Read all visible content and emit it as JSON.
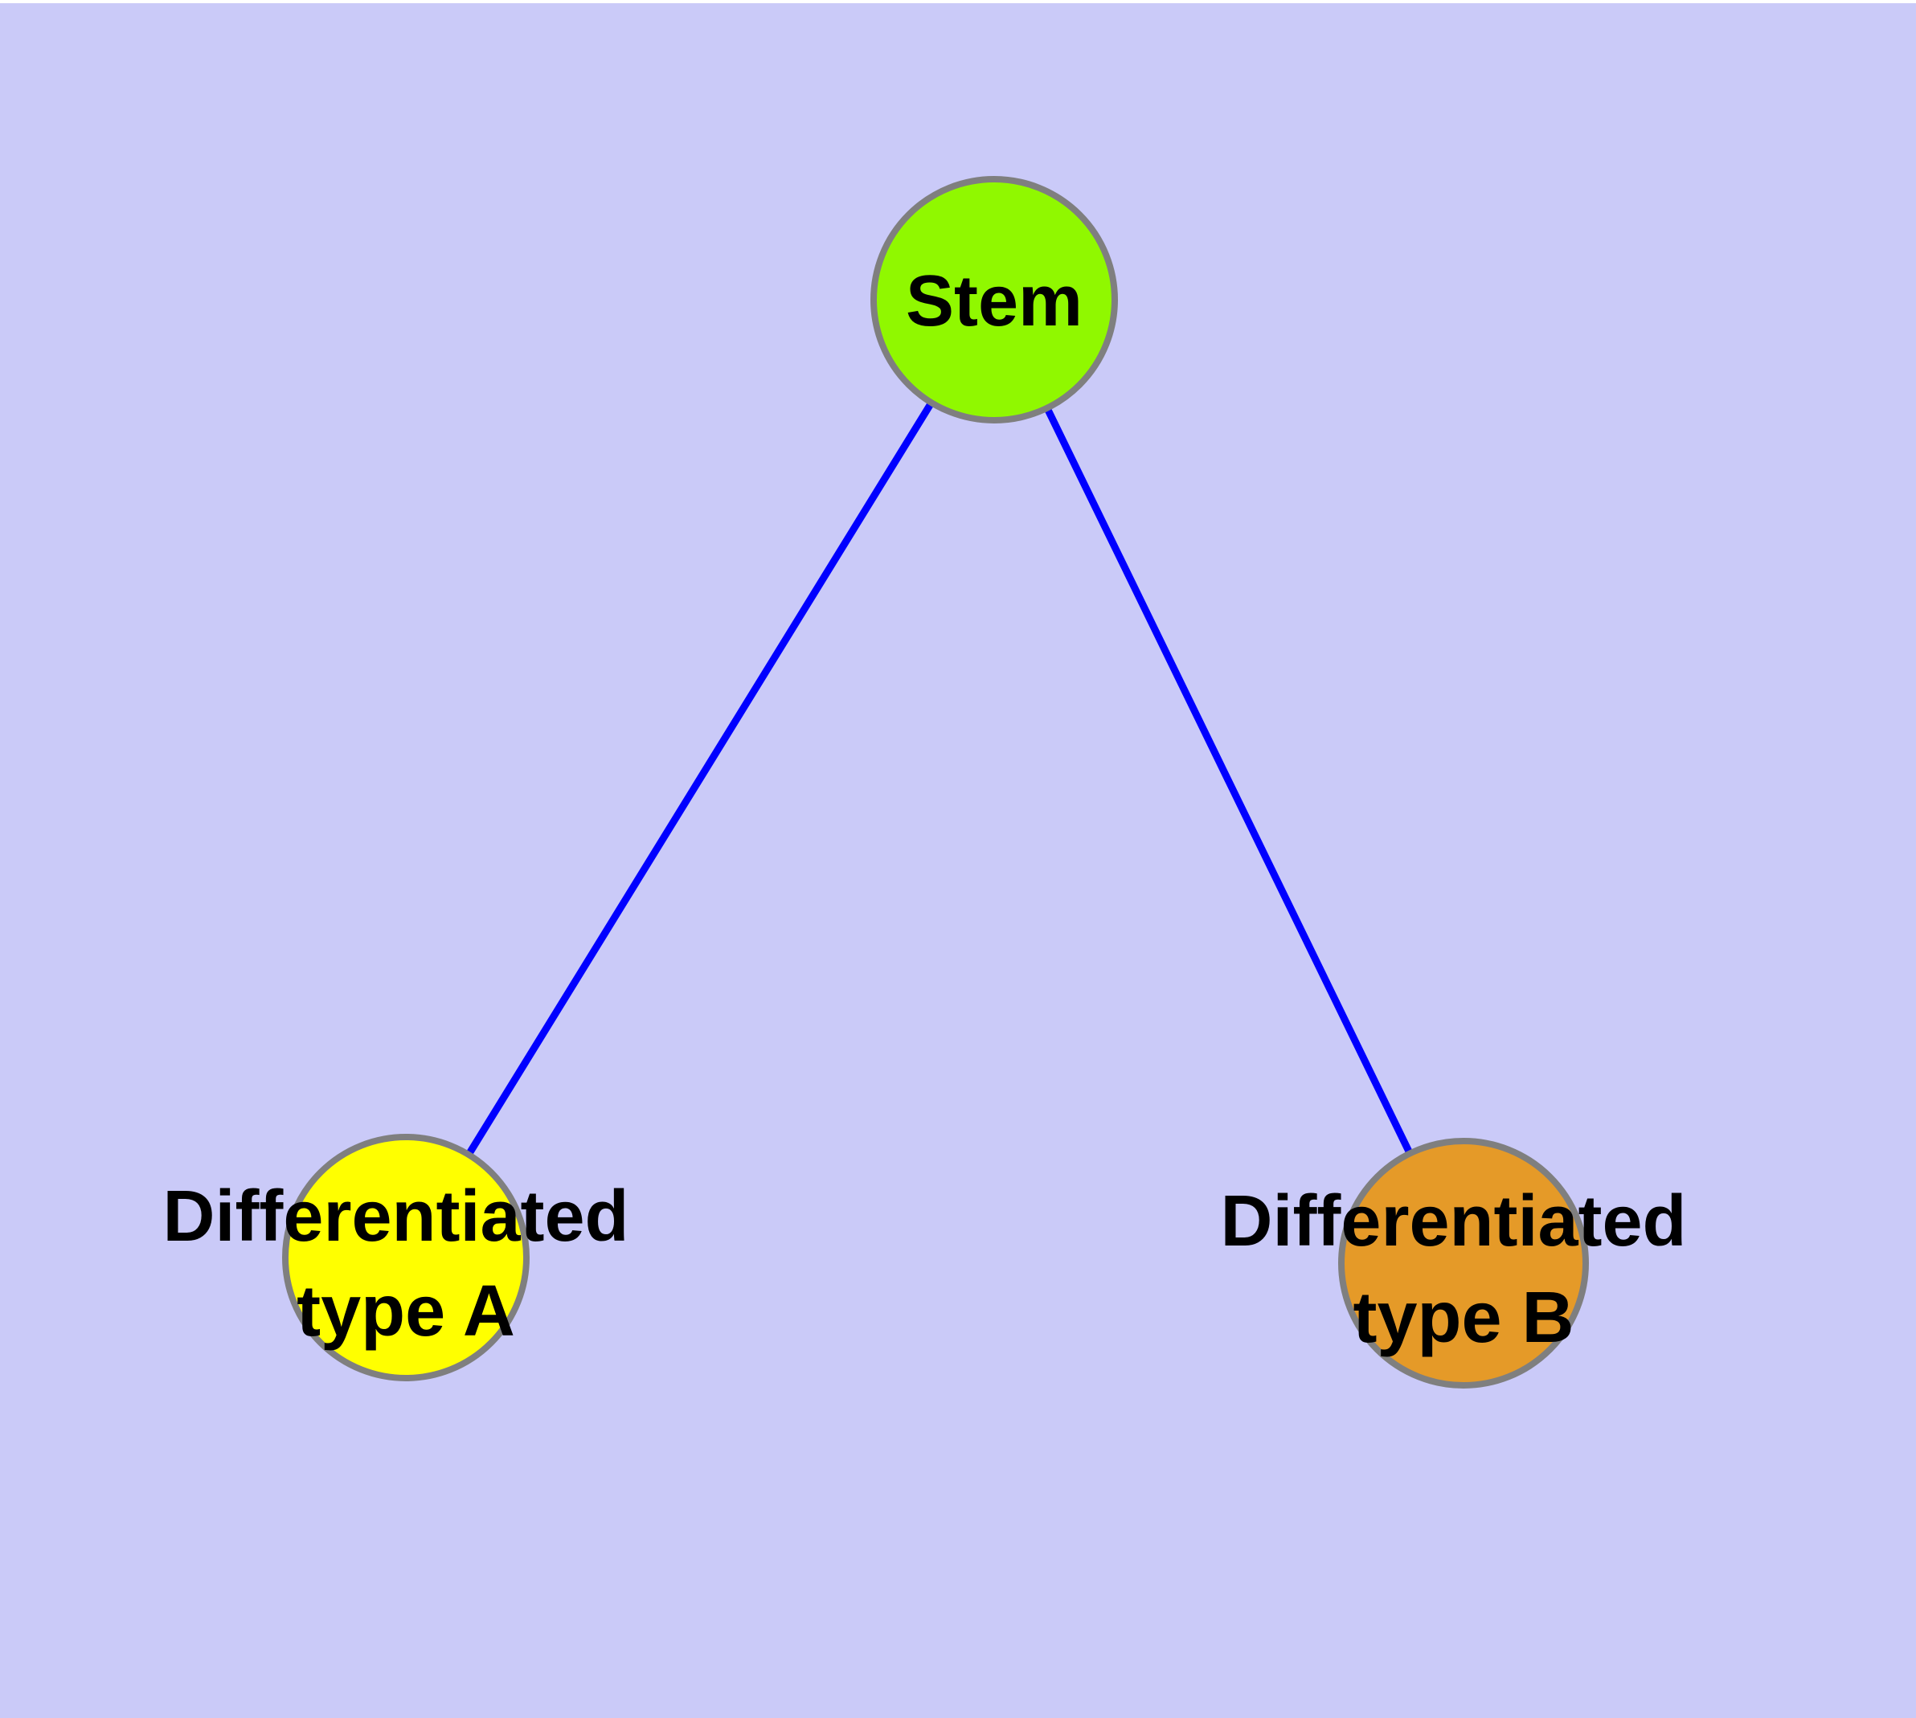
{
  "canvas": {
    "background_color": "#CACAF8",
    "top_strip_color": "#FFFFFF"
  },
  "diagram": {
    "type": "graph",
    "description": "Stem cell differentiation graph: one stem node connected to two differentiated cell type nodes",
    "edge_color": "#0000FF",
    "node_stroke_color": "#7F7F7F",
    "label_color": "#000000",
    "nodes": [
      {
        "id": "stem",
        "label": "Stem",
        "label_lines": [
          "Stem"
        ],
        "color": "#90F800"
      },
      {
        "id": "differentiated-type-a",
        "label": "Differentiated type A",
        "label_lines": [
          "Differentiated",
          "type A"
        ],
        "color": "#FFFF00"
      },
      {
        "id": "differentiated-type-b",
        "label": "Differentiated type B",
        "label_lines": [
          "Differentiated",
          "type B"
        ],
        "color": "#E59A28"
      }
    ],
    "edges": [
      {
        "from": "stem",
        "to": "differentiated-type-a"
      },
      {
        "from": "stem",
        "to": "differentiated-type-b"
      }
    ]
  }
}
